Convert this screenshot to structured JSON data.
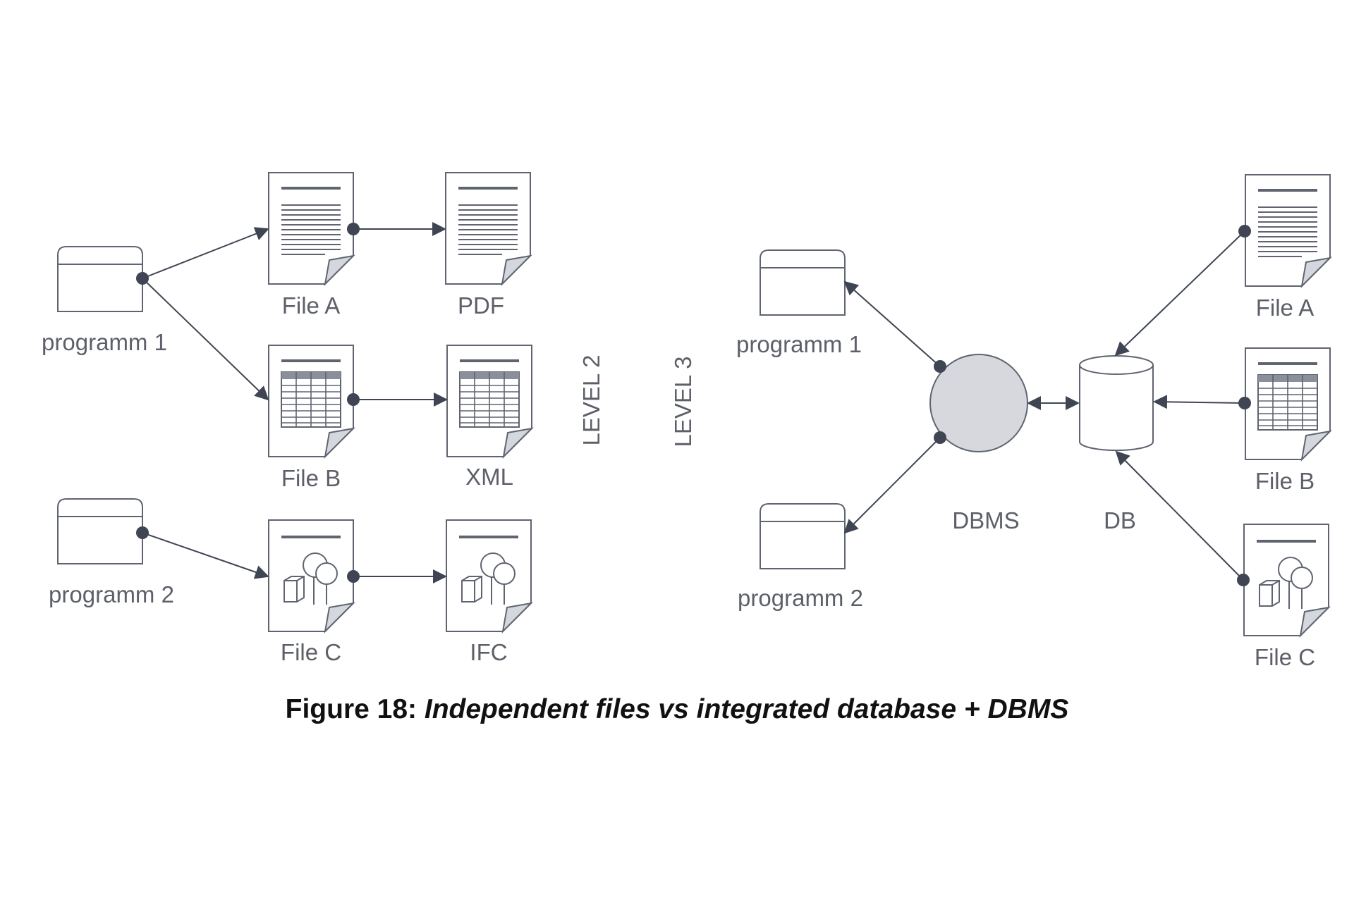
{
  "level2": {
    "label": "LEVEL 2",
    "programs": [
      {
        "label": "programm 1"
      },
      {
        "label": "programm 2"
      }
    ],
    "files": [
      {
        "label": "File A"
      },
      {
        "label": "File B"
      },
      {
        "label": "File C"
      }
    ],
    "formats": [
      {
        "label": "PDF"
      },
      {
        "label": "XML"
      },
      {
        "label": "IFC"
      }
    ]
  },
  "level3": {
    "label": "LEVEL 3",
    "programs": [
      {
        "label": "programm 1"
      },
      {
        "label": "programm 2"
      }
    ],
    "dbms": {
      "label": "DBMS"
    },
    "db": {
      "label": "DB"
    },
    "files": [
      {
        "label": "File A"
      },
      {
        "label": "File B"
      },
      {
        "label": "File C"
      }
    ]
  },
  "caption": {
    "prefix": "Figure 18: ",
    "title": "Independent files vs integrated database + DBMS"
  }
}
